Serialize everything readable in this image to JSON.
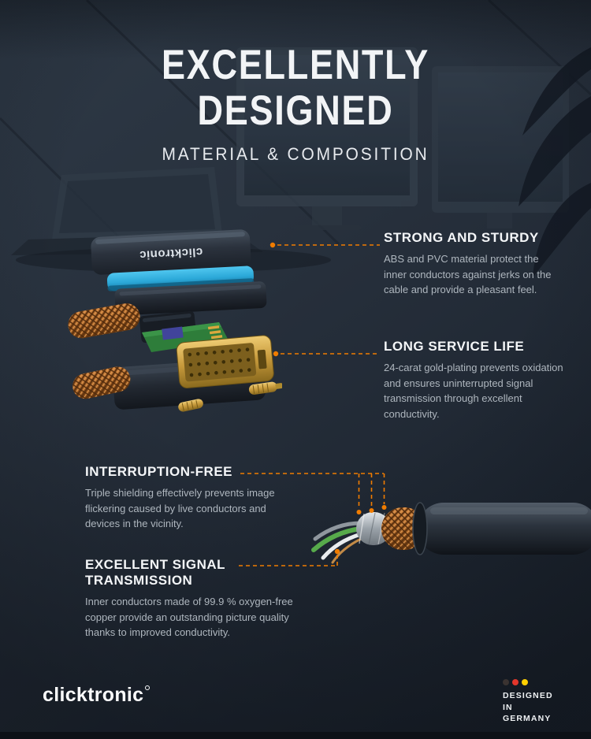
{
  "colors": {
    "background": "#232c38",
    "accent_orange": "#f07c00",
    "connector_blue": "#2ba8d8",
    "copper": "#b06a2e",
    "gold": "#c89a3a",
    "heading_text": "#f4f6f8",
    "body_text": "#aeb6be",
    "flag_black": "#3a3331",
    "flag_red": "#e2362b",
    "flag_gold": "#ffcf00"
  },
  "header": {
    "title_line1": "EXCELLENTLY",
    "title_line2": "DESIGNED",
    "subtitle": "MATERIAL & COMPOSITION"
  },
  "callouts": [
    {
      "heading": "STRONG AND STURDY",
      "body": "ABS and PVC material protect the inner conductors against jerks on the cable and provide a pleasant feel."
    },
    {
      "heading": "LONG SERVICE LIFE",
      "body": "24-carat gold-plating prevents oxidation and ensures uninterrupted signal transmission through excellent conductivity."
    },
    {
      "heading": "INTERRUPTION-FREE",
      "body": "Triple shielding effectively prevents image flickering caused by live conductors and devices in the vicinity."
    },
    {
      "heading": "EXCELLENT SIGNAL TRANSMISSION",
      "body": "Inner conductors made of 99.9 % oxygen-free copper provide an outstanding picture quality thanks to improved conductivity."
    }
  ],
  "connector_label": "clicktronic",
  "footer": {
    "logo": "clicktronic",
    "designed_in_line1": "DESIGNED IN",
    "designed_in_line2": "GERMANY"
  }
}
